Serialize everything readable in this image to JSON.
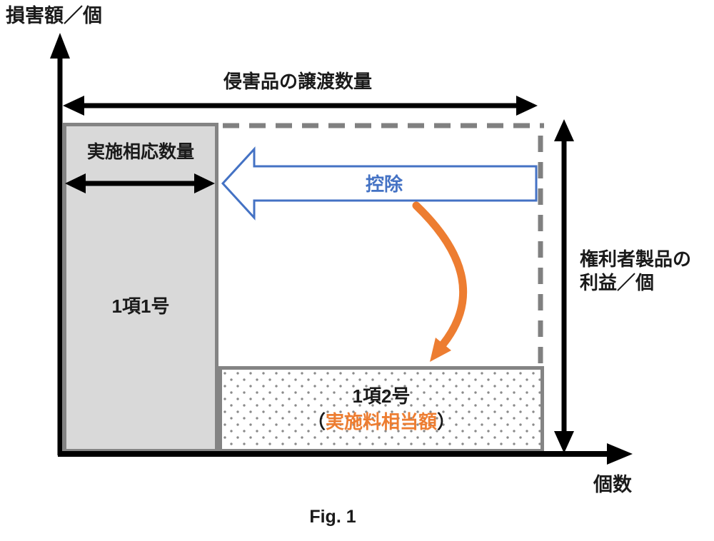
{
  "figure": {
    "caption": "Fig. 1",
    "y_axis_label": "損害額／個",
    "x_axis_label": "個数",
    "top_arrow_label": "侵害品の譲渡数量",
    "left_box": {
      "width_label": "実施相応数量",
      "label": "1項1号"
    },
    "deduction_label": "控除",
    "right_arrow_label_line1": "権利者製品の",
    "right_arrow_label_line2": "利益／個",
    "bottom_box": {
      "label": "1項2号",
      "sub_open": "（",
      "sub_label": "実施料相当額",
      "sub_close": "）"
    },
    "colors": {
      "accent_blue": "#4472c4",
      "accent_orange": "#ed7d31",
      "box_fill": "#d9d9d9",
      "box_border": "#848484",
      "dashed_border": "#808080"
    }
  }
}
